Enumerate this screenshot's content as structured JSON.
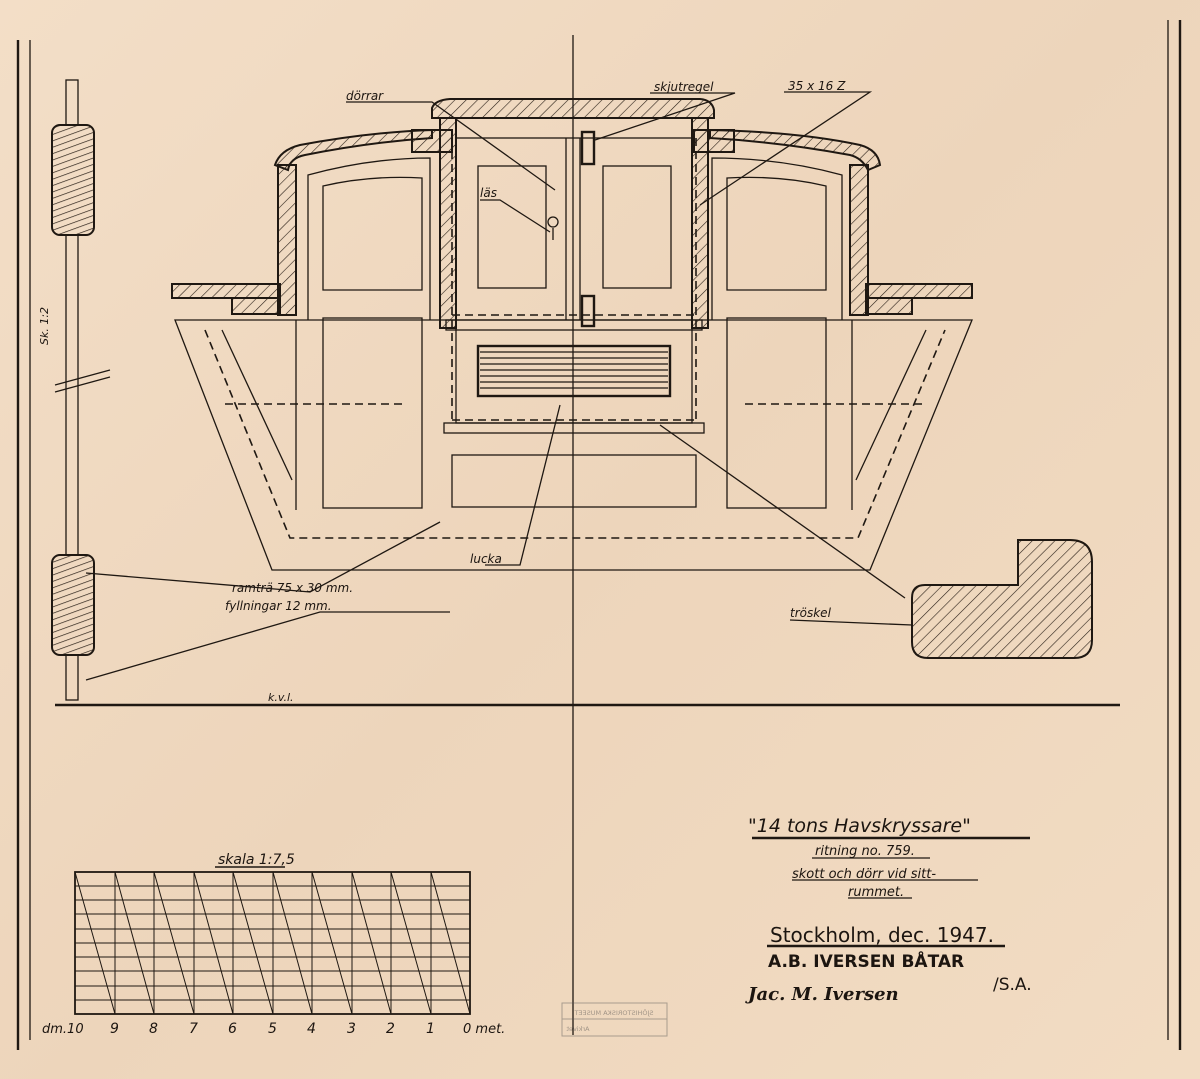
{
  "labels": {
    "dorrar": "dörrar",
    "skjutregel": "skjutregel",
    "dim": "35 x 16 Z",
    "las": "läs",
    "scale_section": "Sk. 1:2",
    "lucka": "lucka",
    "ramtra": "ramträ 75 x 30 mm.",
    "fyllningar": "fyllningar 12 mm.",
    "troskel": "tröskel",
    "kvl": "k.v.l."
  },
  "title_block": {
    "title": "\"14 tons  Havskryssare\"",
    "drawing_no": "ritning no. 759.",
    "desc_line1": "skott och dörr vid sitt-",
    "desc_line2": "rummet.",
    "place_date": "Stockholm, dec. 1947.",
    "company": "A.B. IVERSEN BÅTAR",
    "suffix": "/S.A.",
    "signature": "Jac. M. Iversen"
  },
  "scale_bar": {
    "title": "skala 1:7,5",
    "ticks": [
      "dm.10",
      "9",
      "8",
      "7",
      "6",
      "5",
      "4",
      "3",
      "2",
      "1",
      "0 met."
    ]
  },
  "stamp": {
    "line1": "SJÖHISTORISKA MUSEET",
    "line2": "Arkivet"
  }
}
